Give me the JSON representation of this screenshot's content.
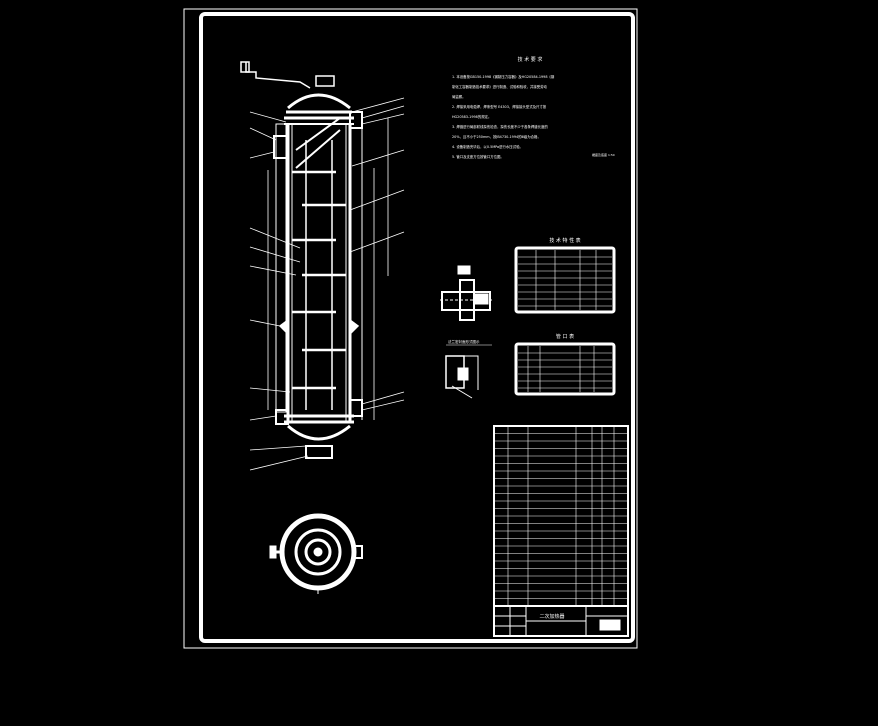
{
  "drawing": {
    "tech_requirements_title": "技 术 要 求",
    "tech_requirements_lines": [
      "1. 本设备按GB150-1998《钢制压力容器》及HG20584-1998《钢",
      "   制化工容器制造技术要求》进行制造、试验和验收，并接受劳动",
      "   局监察。",
      "2. 焊接采用电弧焊，焊条型号 E4303，焊接接头型式及尺寸按",
      "   HG20583-1998的规定。",
      "3. 焊缝进行局部射线探伤检查，探伤长度不少于各条焊缝长度的",
      "   20%，且不小于250mm，按JB4730-1994的Ⅲ级为合格。",
      "4. 设备制造完毕后，以0.5MPa进行水压试验。",
      "5. 管口及支座方位按管口方位图。"
    ],
    "tech_spec_title": "技 术 特 性 表",
    "nozzle_table_title": "管 口 表",
    "detail_view_label": "法兰密封面形式图示",
    "small_note": "裙座及底座 1:50",
    "title_block_name": "二次加热器"
  },
  "colors": {
    "background": "#000000",
    "linework": "#ffffff",
    "frame": "#ffffff"
  }
}
